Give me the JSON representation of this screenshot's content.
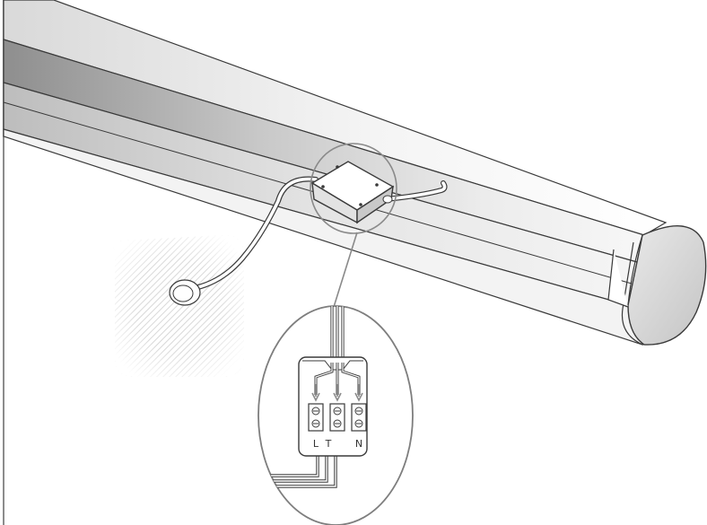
{
  "terminal_labels": {
    "live": "L",
    "switched_live": "T",
    "neutral": "N"
  },
  "colors": {
    "background": "#ffffff",
    "outline": "#3a3a3a",
    "awning_light": "#f2f2f2",
    "awning_mid": "#d8d8d8",
    "awning_dark": "#9a9a9a",
    "callout_circle": "#8a8a8a",
    "wall_hatch": "#cfcfcf",
    "cable": "#ffffff",
    "arrow": "#8a8a8a"
  },
  "icons": {
    "junction_box": "junction-box-icon",
    "terminal_block": "terminal-block-icon",
    "wall_entry": "wall-entry-hole-icon"
  }
}
